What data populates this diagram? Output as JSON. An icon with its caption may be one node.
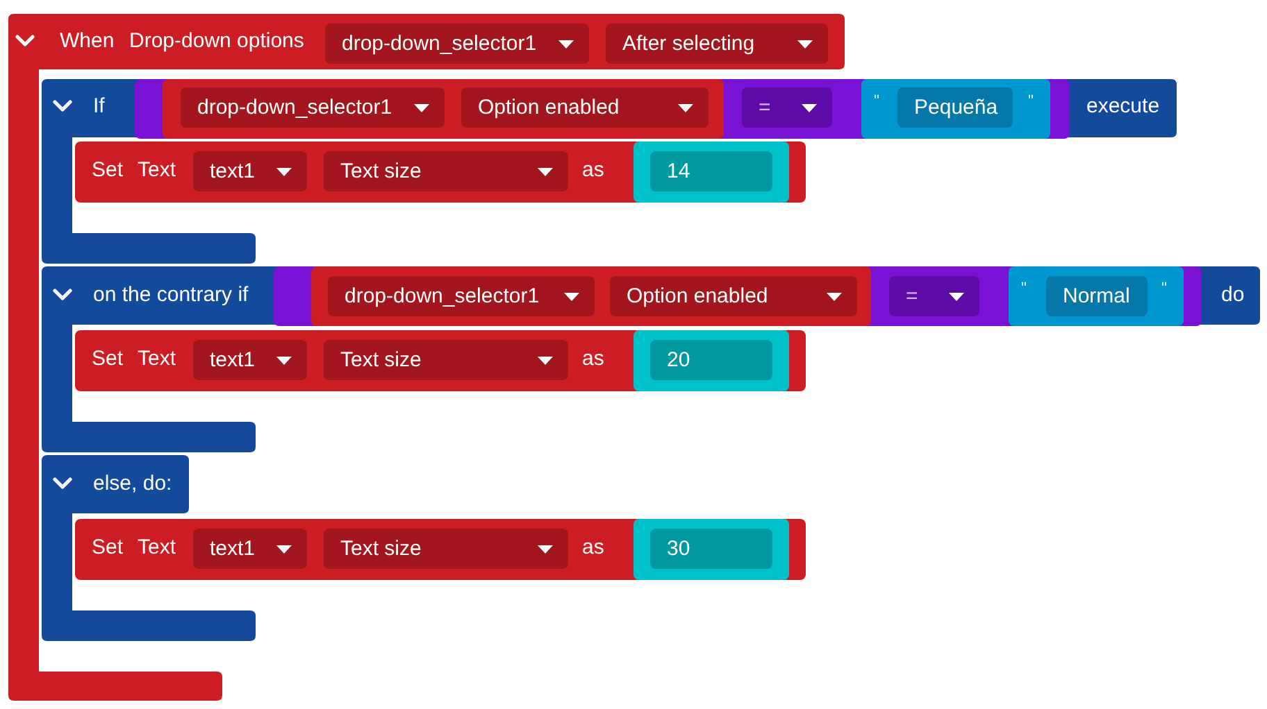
{
  "diagram": {
    "nodes": [
      {
        "text": [
          "When",
          "Drop-down options"
        ]
      },
      {
        "text": [
          "drop-down_selector1"
        ],
        "in": 0
      },
      {
        "text": [
          "After selecting"
        ],
        "in": 0
      },
      {
        "text": [
          "If",
          "execute",
          "on the contrary if",
          "do",
          "else, do:"
        ]
      },
      {
        "text": [],
        "shape": "box",
        "in": 3
      },
      {
        "text": [],
        "shape": "box",
        "in": 4
      },
      {
        "text": [
          "drop-down_selector1"
        ],
        "in": 5
      },
      {
        "text": [
          "Option enabled"
        ],
        "in": 5
      },
      {
        "text": [
          "="
        ],
        "in": 4
      },
      {
        "text": [
          "\"",
          "\""
        ],
        "in": 4
      },
      {
        "text": [
          "Pequeña"
        ],
        "in": 9
      },
      {
        "text": [
          "Set",
          "Text",
          "as"
        ],
        "in": 3
      },
      {
        "text": [
          "text1"
        ],
        "in": 11
      },
      {
        "text": [
          "Text size"
        ],
        "in": 11
      },
      {
        "text": [
          "14"
        ],
        "in": 11
      },
      {
        "text": [],
        "shape": "box",
        "in": 3
      },
      {
        "text": [],
        "shape": "box",
        "in": 15
      },
      {
        "text": [
          "drop-down_selector1"
        ],
        "in": 16
      },
      {
        "text": [
          "Option enabled"
        ],
        "in": 16
      },
      {
        "text": [
          "="
        ],
        "in": 15
      },
      {
        "text": [
          "\"",
          "\""
        ],
        "in": 15
      },
      {
        "text": [
          "Normal"
        ],
        "in": 20
      },
      {
        "text": [
          "Set",
          "Text",
          "as"
        ],
        "in": 3
      },
      {
        "text": [
          "text1"
        ],
        "in": 22
      },
      {
        "text": [
          "Text size"
        ],
        "in": 22
      },
      {
        "text": [
          "20"
        ],
        "in": 22
      },
      {
        "text": [
          "Set",
          "Text",
          "as"
        ],
        "in": 3
      },
      {
        "text": [
          "text1"
        ],
        "in": 26
      },
      {
        "text": [
          "Text size"
        ],
        "in": 26
      },
      {
        "text": [
          "30"
        ],
        "in": 26
      }
    ]
  }
}
